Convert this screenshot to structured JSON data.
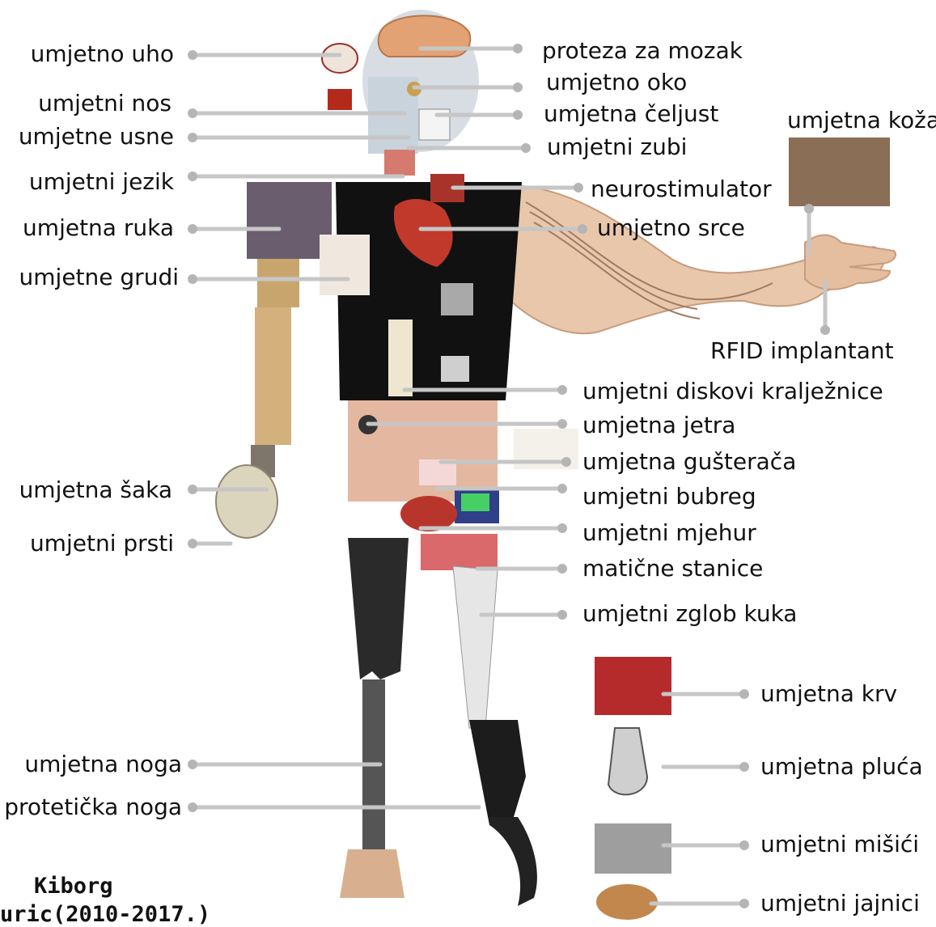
{
  "colors": {
    "leader_line": "#c6c6c6",
    "leader_dot": "#b5b5b5",
    "shirt": "#111111",
    "skin": "#e9c7ab",
    "prosthetic": "#2a2a2a"
  },
  "labels_left": [
    {
      "id": "ear",
      "text": "umjetno uho"
    },
    {
      "id": "nose",
      "text": "umjetni nos"
    },
    {
      "id": "lips",
      "text": "umjetne usne"
    },
    {
      "id": "tongue",
      "text": "umjetni jezik"
    },
    {
      "id": "arm",
      "text": "umjetna ruka"
    },
    {
      "id": "breasts",
      "text": "umjetne grudi"
    },
    {
      "id": "hand",
      "text": "umjetna šaka"
    },
    {
      "id": "fingers",
      "text": "umjetni prsti"
    },
    {
      "id": "leg",
      "text": "umjetna noga"
    },
    {
      "id": "prosthetic-leg",
      "text": "protetička noga"
    }
  ],
  "labels_right": [
    {
      "id": "brain",
      "text": "proteza za mozak"
    },
    {
      "id": "eye",
      "text": "umjetno oko"
    },
    {
      "id": "jaw",
      "text": "umjetna čeljust"
    },
    {
      "id": "teeth",
      "text": "umjetni zubi"
    },
    {
      "id": "neurostim",
      "text": "neurostimulator"
    },
    {
      "id": "heart",
      "text": "umjetno srce"
    },
    {
      "id": "skin",
      "text": "umjetna koža"
    },
    {
      "id": "rfid",
      "text": "RFID implantant"
    },
    {
      "id": "spine",
      "text": "umjetni diskovi  kralježnice"
    },
    {
      "id": "liver",
      "text": "umjetna jetra"
    },
    {
      "id": "pancreas",
      "text": "umjetna gušterača"
    },
    {
      "id": "kidney",
      "text": "umjetni bubreg"
    },
    {
      "id": "bladder",
      "text": "umjetni mjehur"
    },
    {
      "id": "stem",
      "text": "matične stanice"
    },
    {
      "id": "hip",
      "text": "umjetni zglob kuka"
    },
    {
      "id": "blood",
      "text": "umjetna krv"
    },
    {
      "id": "lungs",
      "text": "umjetna pluća"
    },
    {
      "id": "muscles",
      "text": "umjetni mišići"
    },
    {
      "id": "ovaries",
      "text": "umjetni jajnici"
    }
  ],
  "credit": {
    "line1": "Kiborg",
    "line2": "uric(2010-2017.)"
  }
}
